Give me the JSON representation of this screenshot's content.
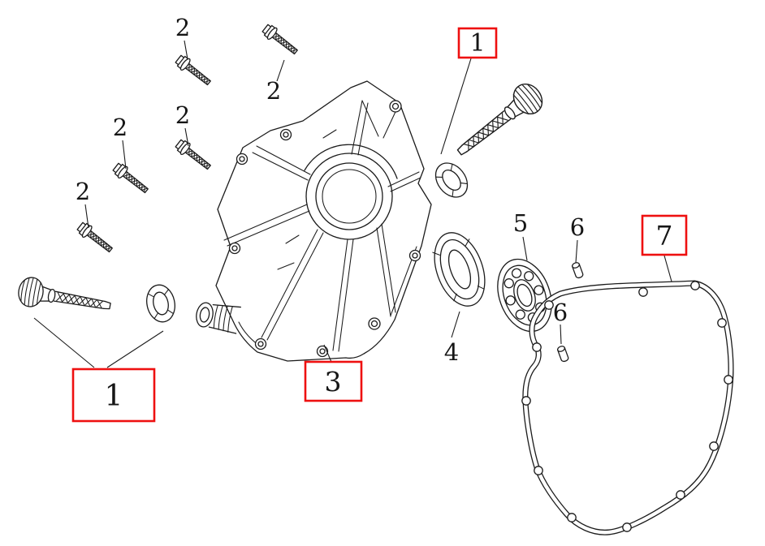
{
  "diagram": {
    "type": "exploded-parts-diagram",
    "subject": "engine crankcase side cover assembly",
    "colors": {
      "background": "#ffffff",
      "line": "#1b1b1b",
      "highlight": "#ee1010"
    },
    "callouts": {
      "boxed": [
        {
          "label": "1",
          "part": "oil-filler-cap-upper"
        },
        {
          "label": "1",
          "part": "oil-filler-cap-left"
        },
        {
          "label": "3",
          "part": "crankcase-side-cover"
        },
        {
          "label": "7",
          "part": "cover-gasket"
        }
      ],
      "plain": [
        {
          "label": "2",
          "part": "flange-bolt"
        },
        {
          "label": "2",
          "part": "flange-bolt"
        },
        {
          "label": "2",
          "part": "flange-bolt"
        },
        {
          "label": "2",
          "part": "flange-bolt"
        },
        {
          "label": "2",
          "part": "flange-bolt"
        },
        {
          "label": "4",
          "part": "oil-seal"
        },
        {
          "label": "5",
          "part": "ball-bearing"
        },
        {
          "label": "6",
          "part": "dowel-pin"
        },
        {
          "label": "6",
          "part": "dowel-pin"
        }
      ]
    }
  }
}
